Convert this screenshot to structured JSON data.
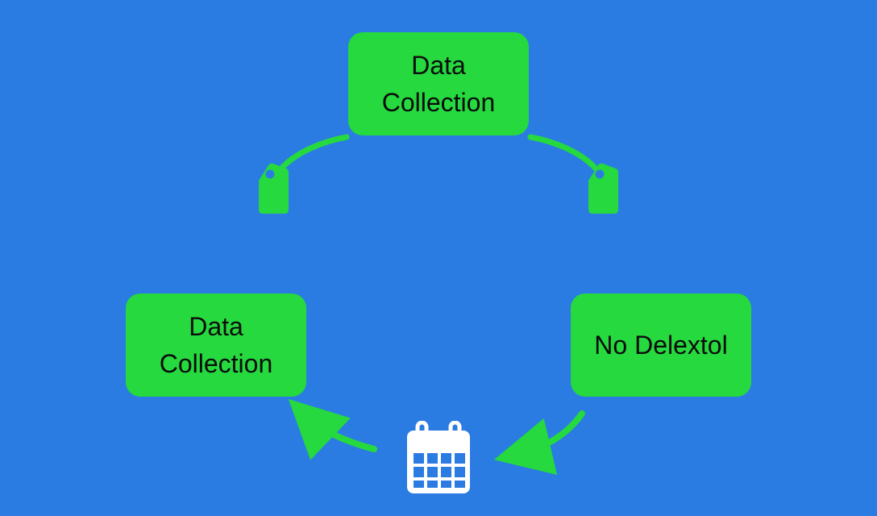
{
  "diagram": {
    "type": "cycle-diagram",
    "colors": {
      "background": "#2b7ce2",
      "node_fill": "#25d93e",
      "node_text": "#0b0b0b",
      "arrow": "#25d93e",
      "calendar_icon": "#ffffff"
    },
    "nodes": [
      {
        "id": "top",
        "label": "Data Collection"
      },
      {
        "id": "left",
        "label": "Data Collection"
      },
      {
        "id": "right",
        "label": "No Delextol"
      }
    ],
    "icons": [
      {
        "id": "tag-left",
        "name": "tag-icon"
      },
      {
        "id": "tag-right",
        "name": "tag-icon"
      },
      {
        "id": "calendar",
        "name": "calendar-icon"
      }
    ],
    "connections": [
      {
        "from": "top",
        "to": "tag-left",
        "style": "arc"
      },
      {
        "from": "top",
        "to": "tag-right",
        "style": "arc"
      },
      {
        "from": "calendar",
        "to": "left",
        "style": "arrow"
      },
      {
        "from": "right",
        "to": "calendar",
        "style": "arrow"
      }
    ]
  }
}
